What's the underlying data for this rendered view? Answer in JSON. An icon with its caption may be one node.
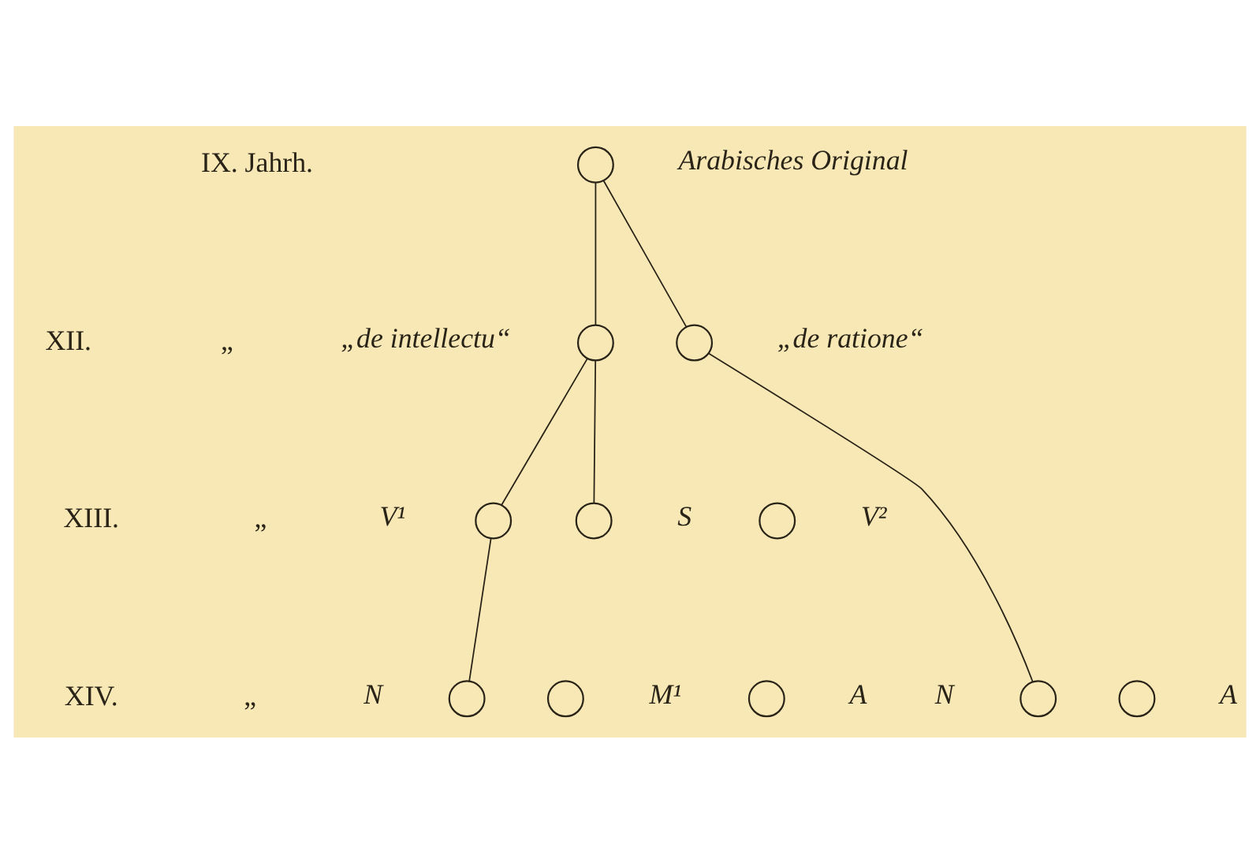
{
  "diagram": {
    "nodes": [
      {
        "text": [],
        "shape": "circle",
        "beside": [
          "Arabisches Original"
        ]
      },
      {
        "text": [],
        "shape": "circle",
        "beside": [
          "„de intellectu“"
        ]
      },
      {
        "text": [],
        "shape": "circle",
        "beside": [
          "„de ratione“"
        ]
      },
      {
        "text": [],
        "shape": "circle",
        "beside": [
          "V¹"
        ]
      },
      {
        "text": [],
        "shape": "circle",
        "beside": [
          "S"
        ]
      },
      {
        "text": [],
        "shape": "circle",
        "beside": [
          "V²"
        ]
      },
      {
        "text": [],
        "shape": "circle",
        "beside": [
          "N"
        ]
      },
      {
        "text": [],
        "shape": "circle",
        "beside": [
          "M¹"
        ]
      },
      {
        "text": [],
        "shape": "circle",
        "beside": [
          "A"
        ]
      },
      {
        "text": [],
        "shape": "circle",
        "beside": [
          "N"
        ]
      },
      {
        "text": [],
        "shape": "circle",
        "beside": [
          "A"
        ]
      }
    ],
    "edges": [
      {
        "from": 0,
        "to": 1,
        "arrow": "none"
      },
      {
        "from": 0,
        "to": 2,
        "arrow": "none"
      },
      {
        "from": 1,
        "to": 3,
        "arrow": "none"
      },
      {
        "from": 1,
        "to": 4,
        "arrow": "none"
      },
      {
        "from": 3,
        "to": 6,
        "arrow": "none"
      },
      {
        "from": 2,
        "to": 9,
        "arrow": "none"
      }
    ],
    "labels": [
      "IX. Jahrh.",
      "XII.",
      "„",
      "XIII.",
      "„",
      "XIV.",
      "„"
    ]
  }
}
